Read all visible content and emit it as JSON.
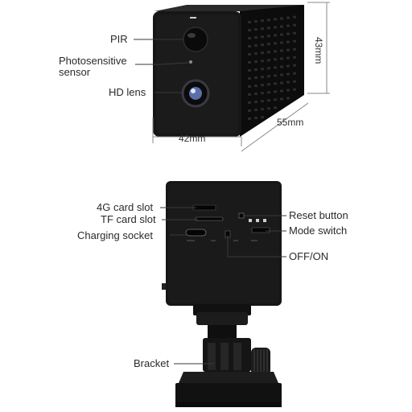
{
  "top_view": {
    "labels": {
      "pir": "PIR",
      "photosensitive_line1": "Photosensitive",
      "photosensitive_line2": "sensor",
      "hd_lens": "HD lens"
    },
    "dimensions": {
      "width": "42mm",
      "depth": "55mm",
      "height": "43mm"
    }
  },
  "bottom_view": {
    "labels": {
      "card_4g": "4G card slot",
      "card_tf": "TF card slot",
      "charging": "Charging socket",
      "reset": "Reset button",
      "mode": "Mode switch",
      "offon": "OFF/ON",
      "bracket": "Bracket"
    }
  },
  "colors": {
    "body": "#161616",
    "body_side": "#0c0c0c",
    "body_top": "#2a2a2a",
    "lens_ring": "#3a3a46",
    "lens_glass": "#5a6fa8",
    "leader": "#3a3a3a",
    "dimension_line": "#8a8a8a"
  }
}
